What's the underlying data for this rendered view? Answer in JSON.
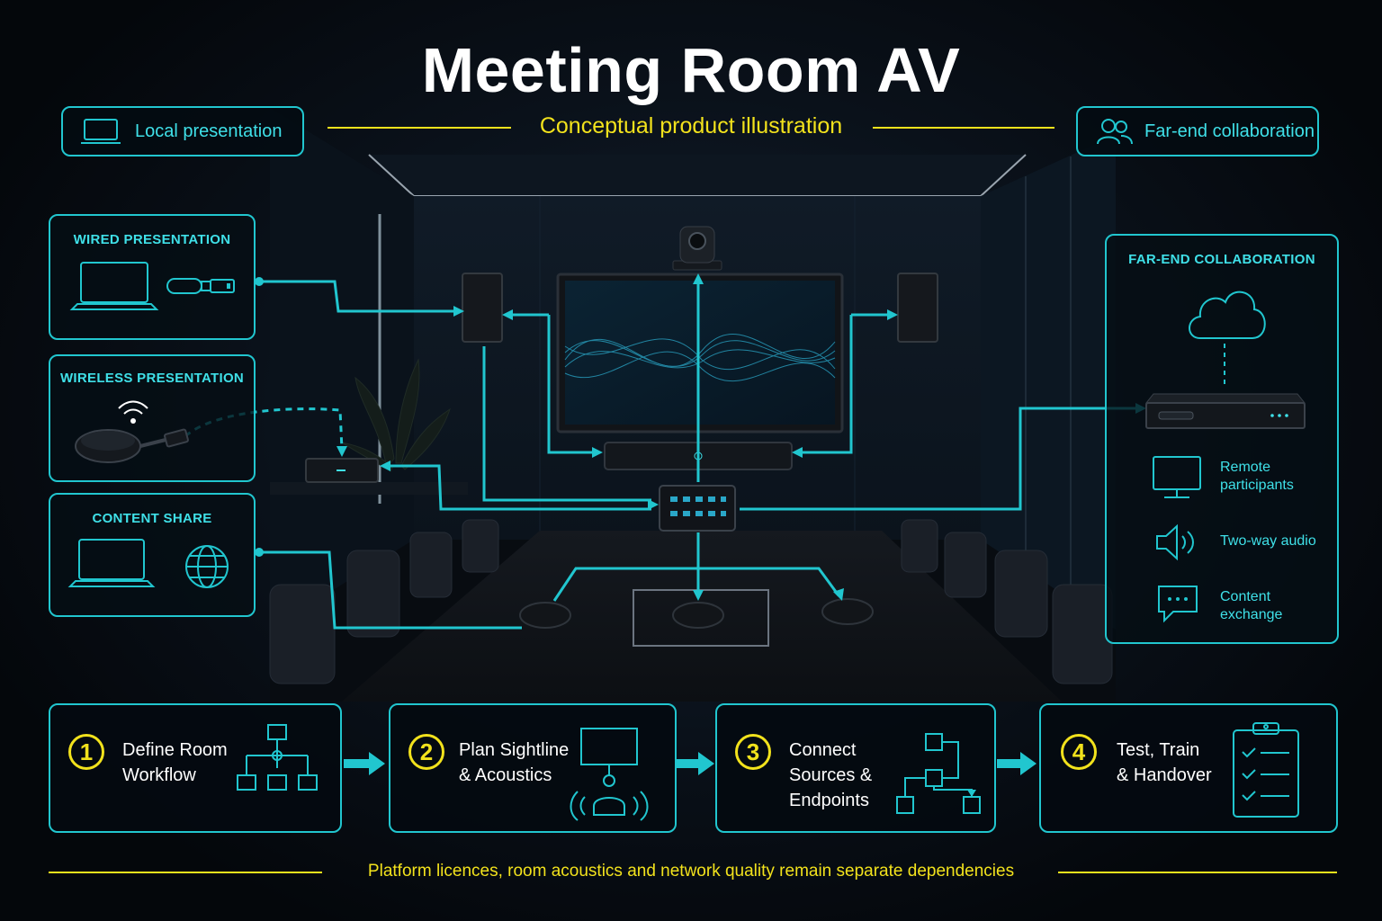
{
  "title": "Meeting Room AV",
  "subtitle": "Conceptual product illustration",
  "pills": {
    "left": {
      "label": "Local presentation",
      "icon": "laptop-icon"
    },
    "right": {
      "label": "Far-end collaboration",
      "icon": "users-icon"
    }
  },
  "left_panels": [
    {
      "title": "WIRED PRESENTATION",
      "icons": [
        "laptop-icon",
        "usb-icon"
      ]
    },
    {
      "title": "WIRELESS PRESENTATION",
      "icons": [
        "wifi-icon",
        "wireless-puck-icon"
      ]
    },
    {
      "title": "CONTENT SHARE",
      "icons": [
        "laptop-icon",
        "globe-icon"
      ]
    }
  ],
  "far_end": {
    "title": "FAR-END COLLABORATION",
    "items": [
      {
        "line1": "Remote",
        "line2": "participants",
        "icon": "monitor-icon"
      },
      {
        "line1": "Two-way audio",
        "line2": "",
        "icon": "speaker-icon"
      },
      {
        "line1": "Content",
        "line2": "exchange",
        "icon": "chat-icon"
      }
    ]
  },
  "steps": [
    {
      "num": "1",
      "line1": "Define Room",
      "line2": "Workflow",
      "line3": "",
      "icon": "workflow-icon"
    },
    {
      "num": "2",
      "line1": "Plan Sightline",
      "line2": "& Acoustics",
      "line3": "",
      "icon": "sightline-icon"
    },
    {
      "num": "3",
      "line1": "Connect",
      "line2": "Sources &",
      "line3": "Endpoints",
      "icon": "connection-icon"
    },
    {
      "num": "4",
      "line1": "Test, Train",
      "line2": "& Handover",
      "line3": "",
      "icon": "checklist-icon"
    }
  ],
  "footer": "Platform licences, room acoustics and network quality remain separate dependencies",
  "colors": {
    "accent": "#21c6cf",
    "accent_text": "#3fe0e8",
    "highlight": "#f2e21c",
    "background": "#05080d"
  }
}
